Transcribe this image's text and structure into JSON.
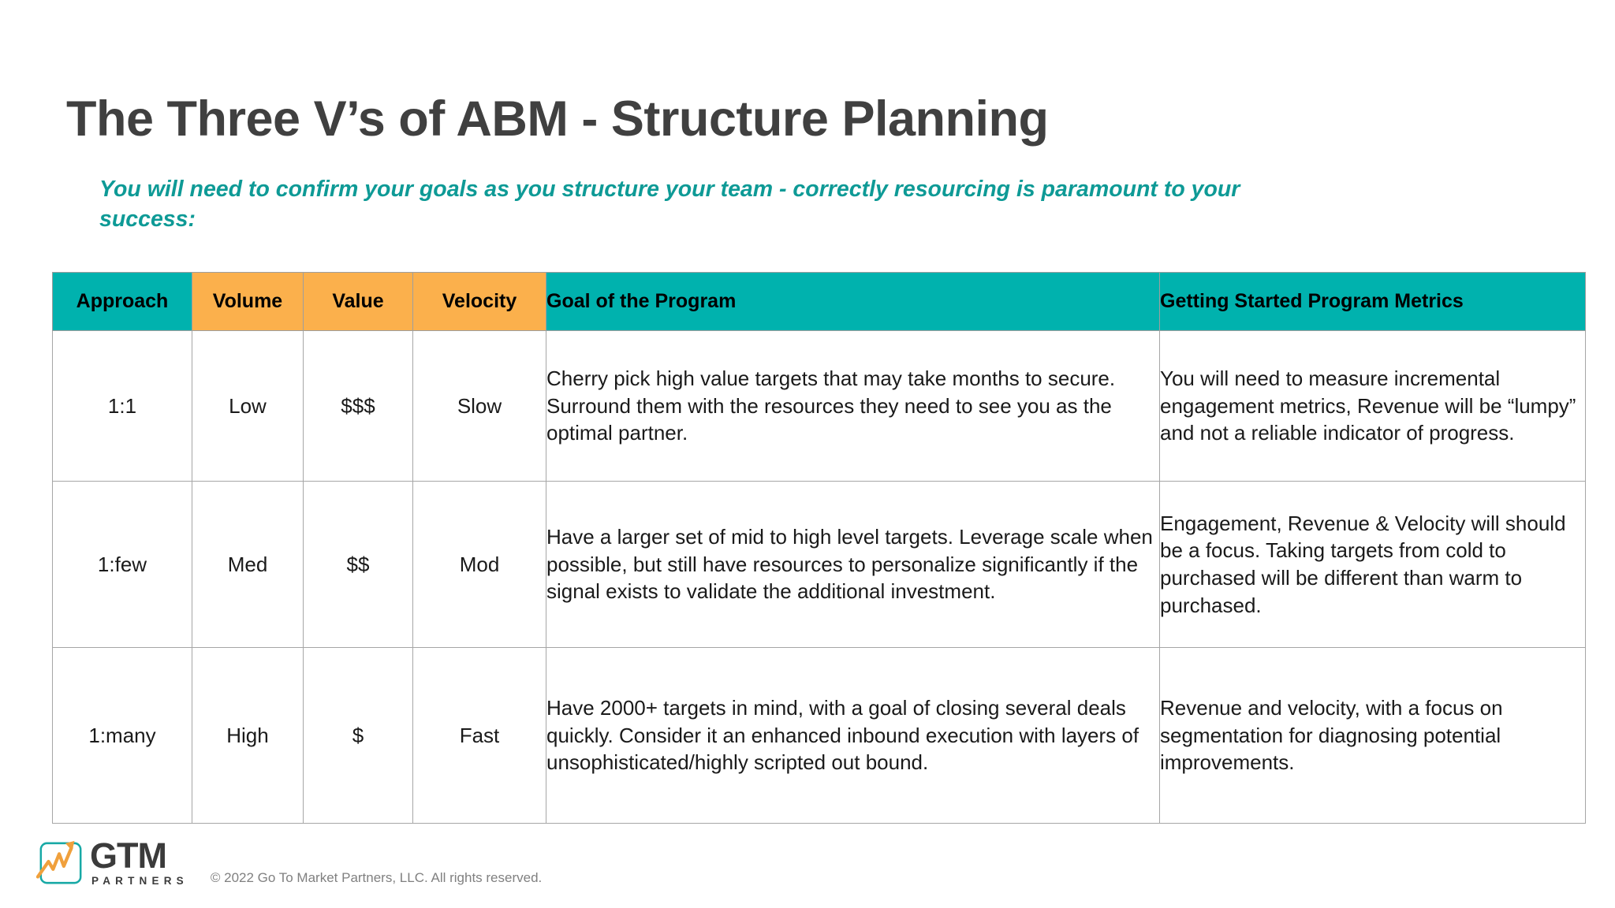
{
  "title": "The Three V’s of ABM - Structure Planning",
  "subtitle": "You will need to confirm your goals as you structure your team - correctly resourcing is paramount to your success:",
  "colors": {
    "teal": "#00B2AE",
    "orange": "#FBB04C",
    "subtitle_teal": "#0E9A96",
    "title_gray": "#404040",
    "border_gray": "#A6A6A6"
  },
  "table": {
    "headers": [
      {
        "label": "Approach",
        "style": "teal",
        "align": "center"
      },
      {
        "label": "Volume",
        "style": "orange",
        "align": "center"
      },
      {
        "label": "Value",
        "style": "orange",
        "align": "center"
      },
      {
        "label": "Velocity",
        "style": "orange",
        "align": "center"
      },
      {
        "label": "Goal of the Program",
        "style": "teal",
        "align": "left"
      },
      {
        "label": "Getting Started Program Metrics",
        "style": "teal",
        "align": "left"
      }
    ],
    "rows": [
      {
        "approach": "1:1",
        "volume": "Low",
        "value": "$$$",
        "velocity": "Slow",
        "goal": "Cherry pick high value targets that may take months to secure.  Surround them with the resources they need to see you as the optimal partner.",
        "metrics": "You will need to measure incremental engagement metrics, Revenue will be “lumpy” and not a reliable indicator of progress."
      },
      {
        "approach": "1:few",
        "volume": "Med",
        "value": "$$",
        "velocity": "Mod",
        "goal": "Have a larger set of mid to high level targets.  Leverage scale when possible, but still have resources to personalize significantly if the signal exists to validate the additional investment.",
        "metrics": "Engagement, Revenue & Velocity will should be a focus.  Taking targets from cold to purchased will be different than warm to purchased."
      },
      {
        "approach": "1:many",
        "volume": "High",
        "value": "$",
        "velocity": "Fast",
        "goal": "Have 2000+ targets in mind, with a goal of closing several deals quickly.  Consider it an enhanced inbound execution with layers of unsophisticated/highly scripted out bound.",
        "metrics": "Revenue and velocity, with a focus on segmentation for diagnosing potential improvements."
      }
    ]
  },
  "footer": {
    "logo_primary": "GTM",
    "logo_secondary": "PARTNERS",
    "copyright": "© 2022 Go To Market Partners, LLC. All rights reserved."
  }
}
